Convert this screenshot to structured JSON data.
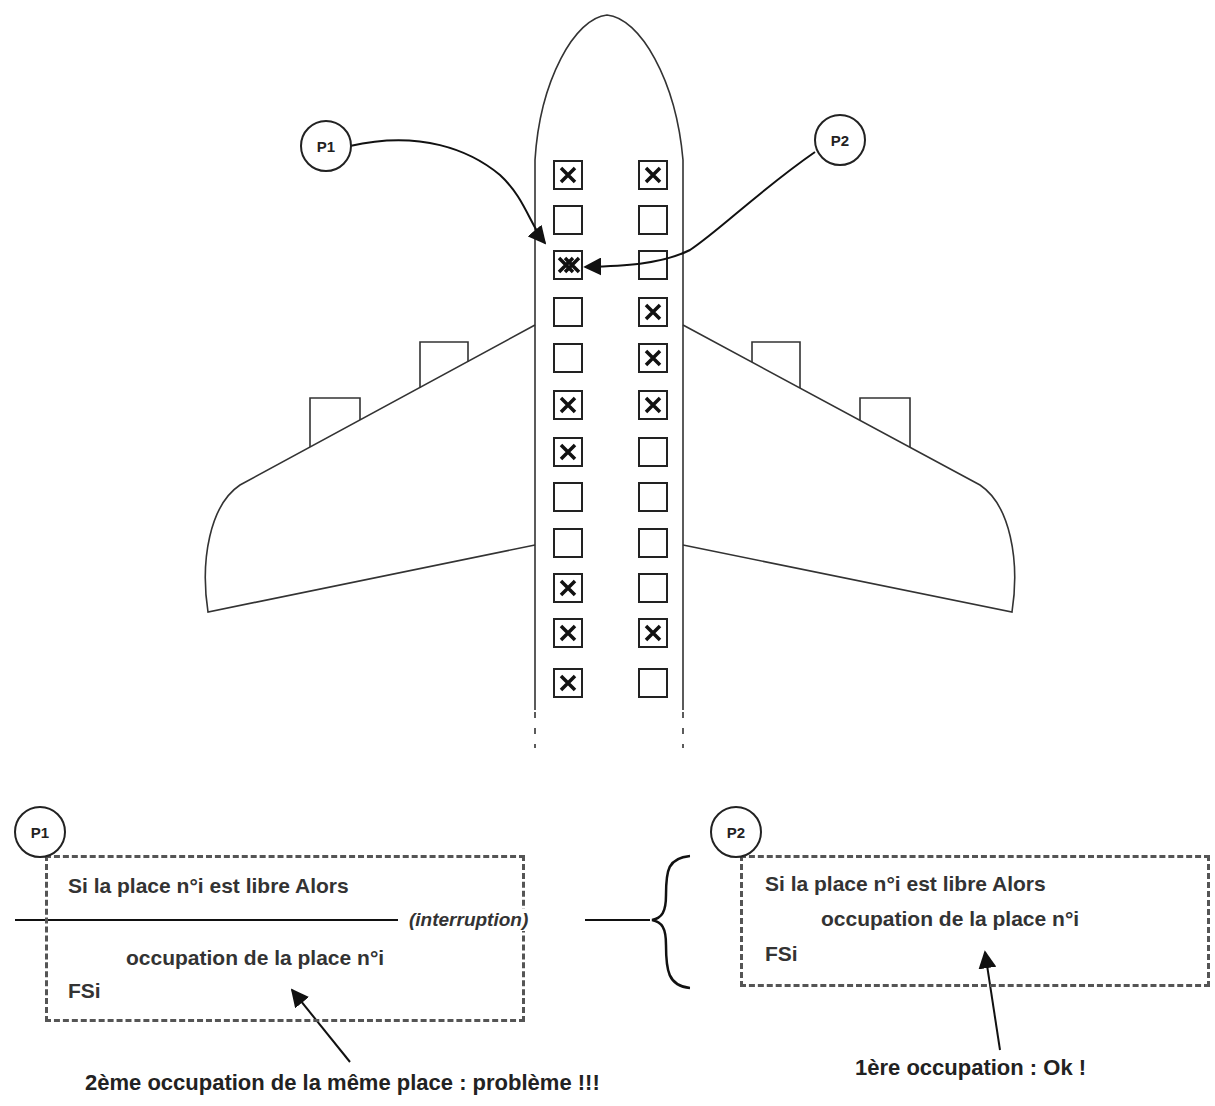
{
  "diagram": {
    "nodes": [
      {
        "text": [
          "P1"
        ]
      },
      {
        "text": [
          "P2"
        ]
      },
      {
        "text": [
          "Si la place n°i est libre Alors",
          "(interruption)",
          "occupation de la place n°i",
          "FSi"
        ]
      },
      {
        "text": [
          "P1"
        ]
      },
      {
        "text": [
          "Si la place n°i est libre Alors",
          "occupation de la place n°i",
          "FSi"
        ]
      },
      {
        "text": [
          "P2"
        ]
      }
    ],
    "edges": [],
    "labels": [
      "2ème occupation de la même place : problème !!!",
      "1ère occupation : Ok !"
    ]
  }
}
